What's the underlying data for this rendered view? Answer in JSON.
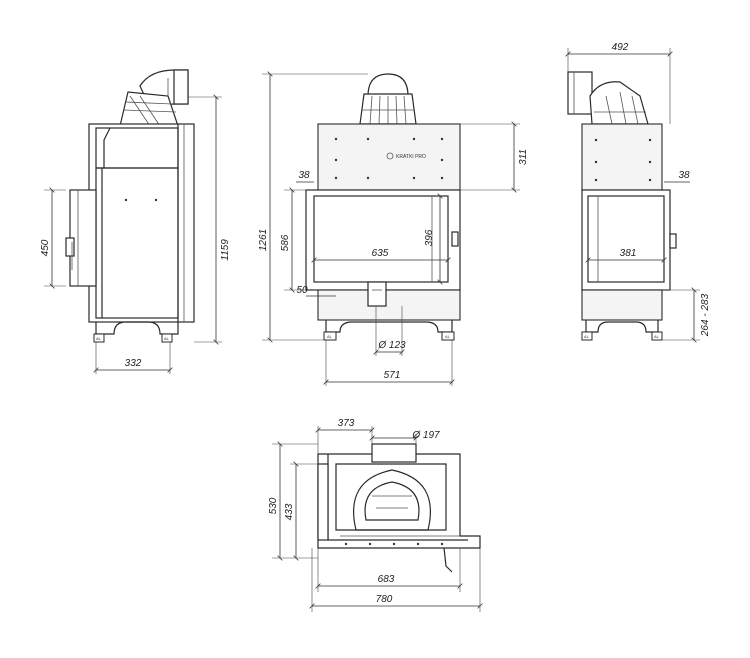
{
  "logo_text": "KRATKI PRO",
  "foot_marks": "AL",
  "views": {
    "side_left": {
      "height_450": "450",
      "height_1159": "1159",
      "depth_332": "332"
    },
    "front": {
      "height_1261": "1261",
      "glass_height_586": "586",
      "top_311": "311",
      "frame_38": "38",
      "glass_width_635": "635",
      "glass_height_396": "396",
      "bottom_50": "50",
      "outlet_123": "Ø 123",
      "base_571": "571"
    },
    "side_right": {
      "width_492": "492",
      "frame_38": "38",
      "glass_width_381": "381",
      "range_264_283": "264 - 283"
    },
    "top_view": {
      "offset_373": "373",
      "flue_197": "Ø 197",
      "depth_530": "530",
      "depth_433": "433",
      "width_683": "683",
      "width_780": "780"
    }
  }
}
